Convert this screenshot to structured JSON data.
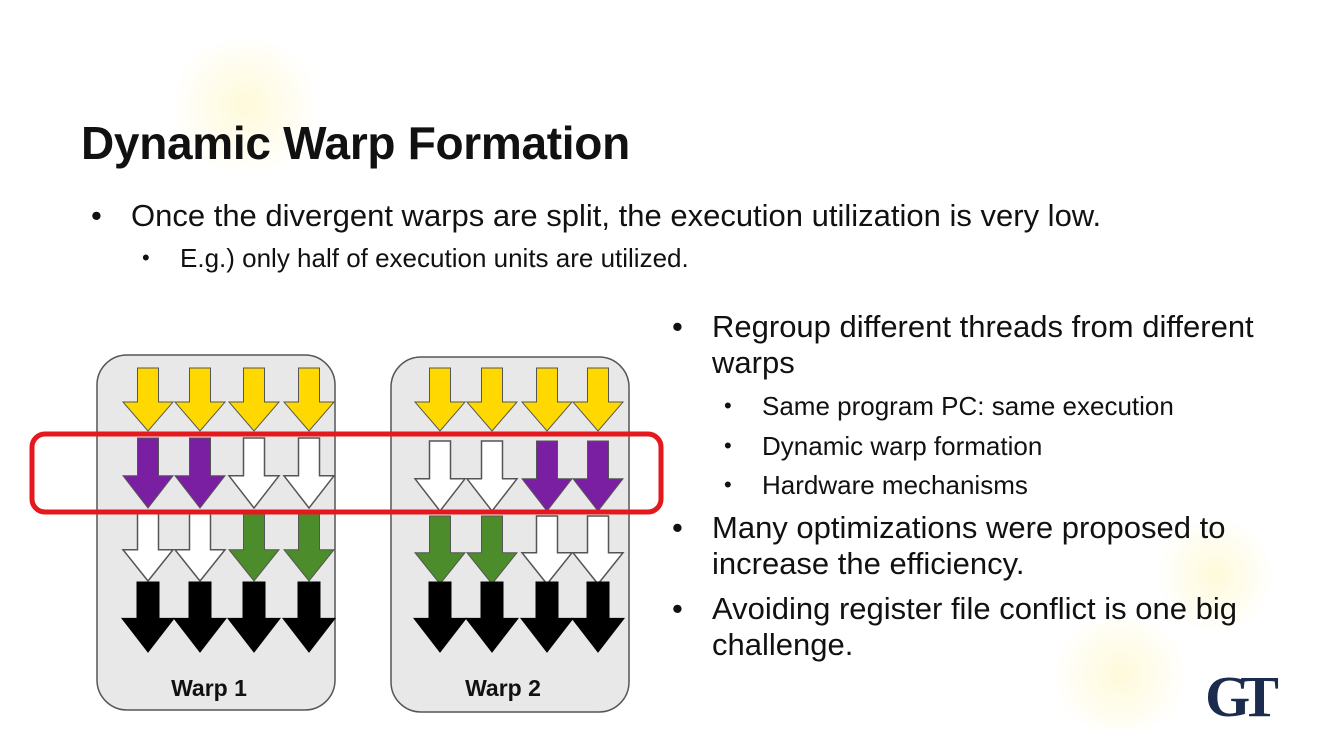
{
  "slide": {
    "title": "Dynamic Warp Formation",
    "top_bullet": "Once the divergent warps are split, the execution utilization is very low.",
    "top_sub_bullet": "E.g.) only half of execution units are utilized.",
    "right_bullets": [
      {
        "text": "Regroup different threads from different warps",
        "line1": "Regroup different threads from different",
        "line2": "warps"
      },
      {
        "text": "Many optimizations were proposed to increase the efficiency.",
        "line1": "Many optimizations were proposed to",
        "line2": "increase the efficiency."
      },
      {
        "text": "Avoiding register file conflict is one big challenge.",
        "line1": "Avoiding register file conflict is one big",
        "line2": "challenge."
      }
    ],
    "right_sub_bullets": [
      "Same program PC: same execution",
      "Dynamic warp formation",
      "Hardware mechanisms"
    ],
    "bullet_glyph": "•"
  },
  "diagram": {
    "colors": {
      "yellow": "#FFD800",
      "purple": "#7B1FA2",
      "white": "#FFFFFF",
      "green": "#4C8C2B",
      "black": "#000000",
      "warp_bg": "#E8E8E8",
      "highlight": "#E3191E"
    },
    "warps": [
      {
        "label": "Warp 1",
        "rows": [
          [
            "yellow",
            "yellow",
            "yellow",
            "yellow"
          ],
          [
            "purple",
            "purple",
            "white",
            "white"
          ],
          [
            "white",
            "white",
            "green",
            "green"
          ],
          [
            "black",
            "black",
            "black",
            "black"
          ]
        ]
      },
      {
        "label": "Warp 2",
        "rows": [
          [
            "yellow",
            "yellow",
            "yellow",
            "yellow"
          ],
          [
            "white",
            "white",
            "purple",
            "purple"
          ],
          [
            "green",
            "green",
            "white",
            "white"
          ],
          [
            "black",
            "black",
            "black",
            "black"
          ]
        ]
      }
    ]
  },
  "logo": {
    "name": "georgia-tech-logo",
    "text": "GT",
    "color": "#1B2C4E"
  }
}
